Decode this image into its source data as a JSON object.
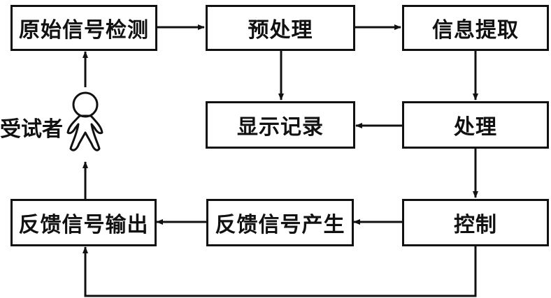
{
  "diagram": {
    "type": "block-flow",
    "nodes": {
      "raw_signal_detection": "原始信号检测",
      "preprocessing": "预处理",
      "info_extraction": "信息提取",
      "display_record": "显示记录",
      "processing": "处理",
      "control": "控制",
      "feedback_generation": "反馈信号产生",
      "feedback_output": "反馈信号输出",
      "subject": "受试者"
    },
    "edges": [
      [
        "原始信号检测",
        "预处理"
      ],
      [
        "预处理",
        "信息提取"
      ],
      [
        "预处理",
        "显示记录"
      ],
      [
        "信息提取",
        "处理"
      ],
      [
        "处理",
        "显示记录"
      ],
      [
        "处理",
        "控制"
      ],
      [
        "控制",
        "反馈信号产生"
      ],
      [
        "反馈信号产生",
        "反馈信号输出"
      ],
      [
        "控制",
        "反馈信号输出"
      ],
      [
        "反馈信号输出",
        "受试者"
      ],
      [
        "受试者",
        "原始信号检测"
      ]
    ],
    "line_color": "#111111"
  }
}
